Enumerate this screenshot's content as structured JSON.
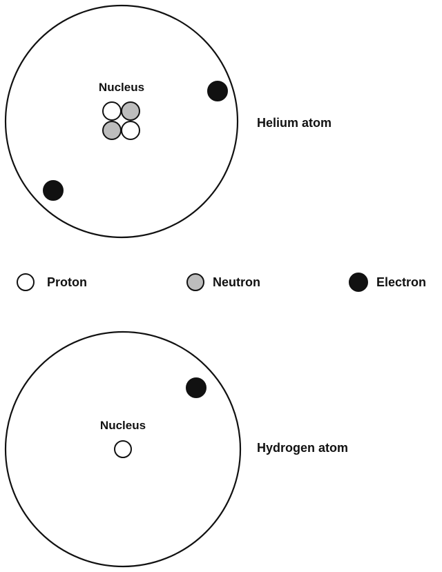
{
  "colors": {
    "proton": "#ffffff",
    "neutron": "#bdbdbd",
    "electron": "#111111",
    "outline": "#111111"
  },
  "helium": {
    "nucleus_label": "Nucleus",
    "atom_label": "Helium atom",
    "nucleus_particles": [
      "proton",
      "neutron",
      "neutron",
      "proton"
    ],
    "electron_count": 2
  },
  "legend": {
    "proton_label": "Proton",
    "neutron_label": "Neutron",
    "electron_label": "Electron"
  },
  "hydrogen": {
    "nucleus_label": "Nucleus",
    "atom_label": "Hydrogen atom",
    "nucleus_particles": [
      "proton"
    ],
    "electron_count": 1
  }
}
